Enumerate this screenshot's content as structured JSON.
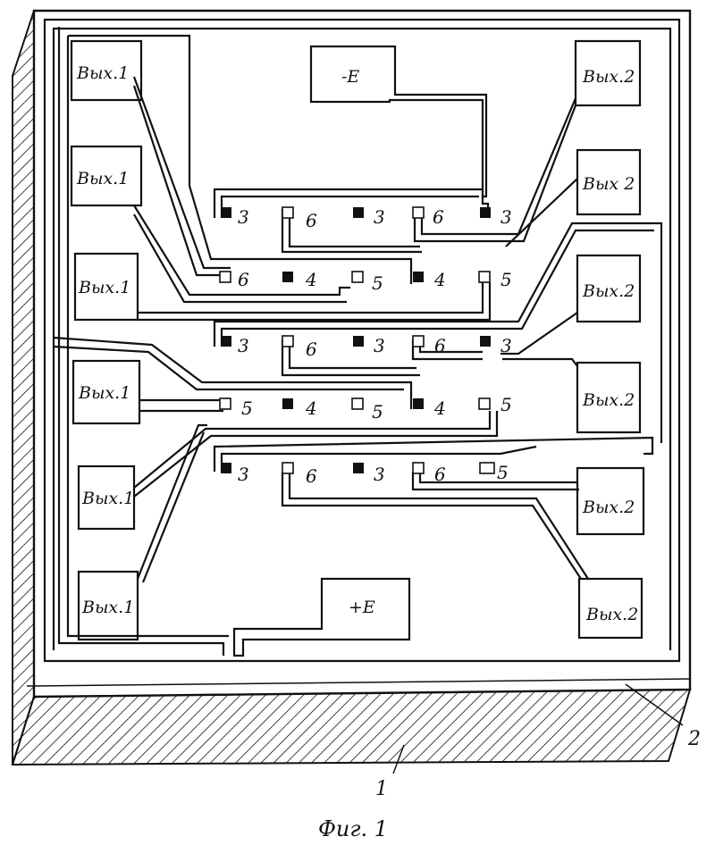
{
  "figure": {
    "caption": "Фиг. 1",
    "ref_substrate": "1",
    "ref_layer": "2",
    "supply_negative": "-E",
    "supply_positive": "+E",
    "outputs_left": [
      "Вых.1",
      "Вых.1",
      "Вых.1",
      "Вых.1",
      "Вых.1",
      "Вых.1"
    ],
    "outputs_right": [
      "Вых.2",
      "Вых 2",
      "Вых.2",
      "Вых.2",
      "Вых.2",
      "Вых.2"
    ],
    "pin_rows": [
      [
        "3",
        "6",
        "3",
        "6",
        "3"
      ],
      [
        "6",
        "4",
        "5",
        "4",
        "5"
      ],
      [
        "3",
        "6",
        "3",
        "6",
        "3"
      ],
      [
        "5",
        "4",
        "5",
        "4",
        "5"
      ],
      [
        "3",
        "6",
        "3",
        "6",
        "5"
      ]
    ],
    "colors": {
      "ink": "#111111",
      "paper": "#ffffff"
    }
  }
}
